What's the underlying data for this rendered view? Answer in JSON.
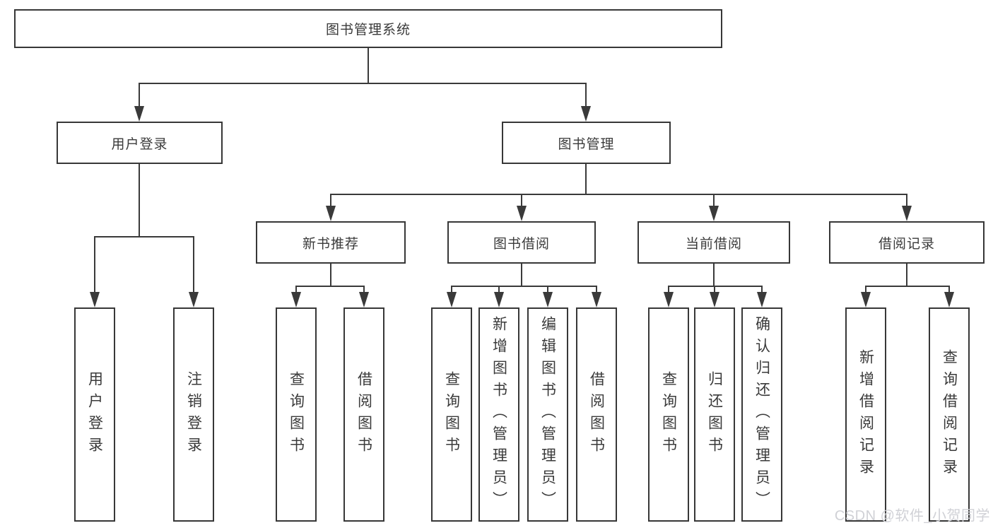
{
  "tree": {
    "root": "图书管理系统",
    "level2": [
      {
        "label": "用户登录",
        "children": [
          "用户登录",
          "注销登录"
        ]
      },
      {
        "label": "图书管理",
        "children": [
          {
            "label": "新书推荐",
            "children": [
              "查询图书",
              "借阅图书"
            ]
          },
          {
            "label": "图书借阅",
            "children": [
              "查询图书",
              "新增图书（管理员）",
              "编辑图书（管理员）",
              "借阅图书"
            ]
          },
          {
            "label": "当前借阅",
            "children": [
              "查询图书",
              "归还图书",
              "确认归还（管理员）"
            ]
          },
          {
            "label": "借阅记录",
            "children": [
              "新增借阅记录",
              "查询借阅记录"
            ]
          }
        ]
      }
    ]
  },
  "watermark": "CSDN @软件_小贺同学",
  "colors": {
    "line": "#3a3a3a",
    "box_border": "#373737",
    "box_fill": "#ffffff",
    "text": "#3a3a3a",
    "watermark": "#d0d1d6",
    "background": "#ffffff"
  }
}
